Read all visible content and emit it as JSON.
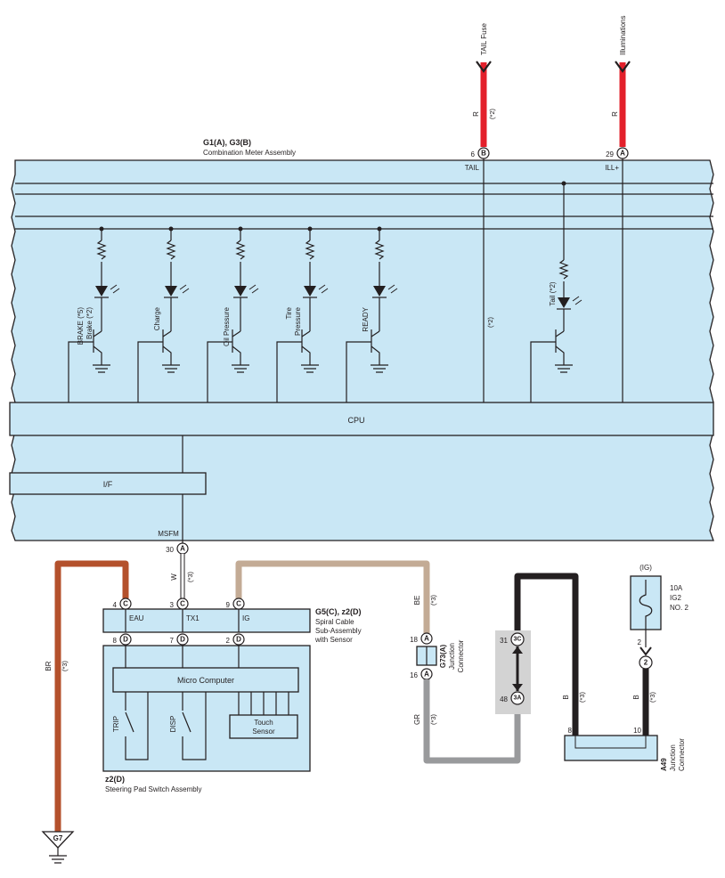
{
  "diagram": {
    "meter": {
      "title": "G1(A), G3(B)",
      "subtitle": "Combination Meter Assembly",
      "cpu_label": "CPU",
      "if_label": "I/F"
    },
    "tail_fuse": {
      "label": "TAIL Fuse",
      "wire_color": "R",
      "note": "(*2)",
      "pin_number": "6",
      "pin_letter": "B",
      "terminal": "TAIL",
      "internal_note": "(*2)"
    },
    "illuminations": {
      "label": "Illuminations",
      "wire_color": "R",
      "pin_number": "29",
      "pin_letter": "A",
      "terminal": "ILL+"
    },
    "indicators": [
      {
        "label1": "BRAKE (*5)",
        "label2": "Brake (*2)"
      },
      {
        "label1": "Charge",
        "label2": ""
      },
      {
        "label1": "Oil Pressure",
        "label2": ""
      },
      {
        "label1": "Tire",
        "label2": "Pressure"
      },
      {
        "label1": "READY",
        "label2": ""
      }
    ],
    "tail_lamp": {
      "label": "Tail (*2)"
    },
    "msfm": {
      "terminal": "MSFM",
      "pin_number": "30",
      "pin_letter": "A",
      "wire_color": "W",
      "note": "(*3)"
    },
    "spiral_cable": {
      "title": "G5(C), z2(D)",
      "name1": "Spiral Cable",
      "name2": "Sub-Assembly",
      "name3": "with Sensor",
      "top_pins": [
        {
          "number": "4",
          "letter": "C",
          "terminal": "EAU"
        },
        {
          "number": "3",
          "letter": "C",
          "terminal": "TX1"
        },
        {
          "number": "9",
          "letter": "C",
          "terminal": "IG"
        }
      ],
      "bottom_pins": [
        {
          "number": "8",
          "letter": "D"
        },
        {
          "number": "7",
          "letter": "D"
        },
        {
          "number": "2",
          "letter": "D"
        }
      ]
    },
    "steering_pad": {
      "title": "z2(D)",
      "name": "Steering Pad Switch Assembly",
      "micro_label": "Micro Computer",
      "trip_label": "TRIP",
      "disp_label": "DISP",
      "touch1": "Touch",
      "touch2": "Sensor"
    },
    "ground": {
      "wire_color": "BR",
      "note": "(*3)",
      "label": "G7"
    },
    "junction_g73": {
      "title": "G73(A)",
      "name1": "Junction",
      "name2": "Connector",
      "top_pin": "18",
      "bottom_pin": "16",
      "pin_letter": "A",
      "upper_wire": "BE",
      "upper_note": "(*3)",
      "lower_wire": "GR",
      "lower_note": "(*3)"
    },
    "connector_3": {
      "top_number": "31",
      "top_code": "3C",
      "bottom_number": "48",
      "bottom_code": "3A"
    },
    "junction_a49": {
      "title": "A49",
      "name1": "Junction",
      "name2": "Connector",
      "left_pin": "8",
      "right_pin": "10",
      "left_wire": "B",
      "left_note": "(*3)",
      "right_wire": "B",
      "right_note": "(*3)"
    },
    "fuse_ig": {
      "header": "(IG)",
      "amp": "10A",
      "name1": "IG2",
      "name2": "NO. 2",
      "pin": "2",
      "pin_code": "2"
    }
  },
  "colors": {
    "red_wire": "#e3202b",
    "brown_wire": "#b4512c",
    "tan_wire": "#c3ab95",
    "black_wire": "#231f20",
    "gray_wire": "#999a9c",
    "box_fill": "#c9e7f5",
    "connector_fill": "#d3d3d3"
  }
}
